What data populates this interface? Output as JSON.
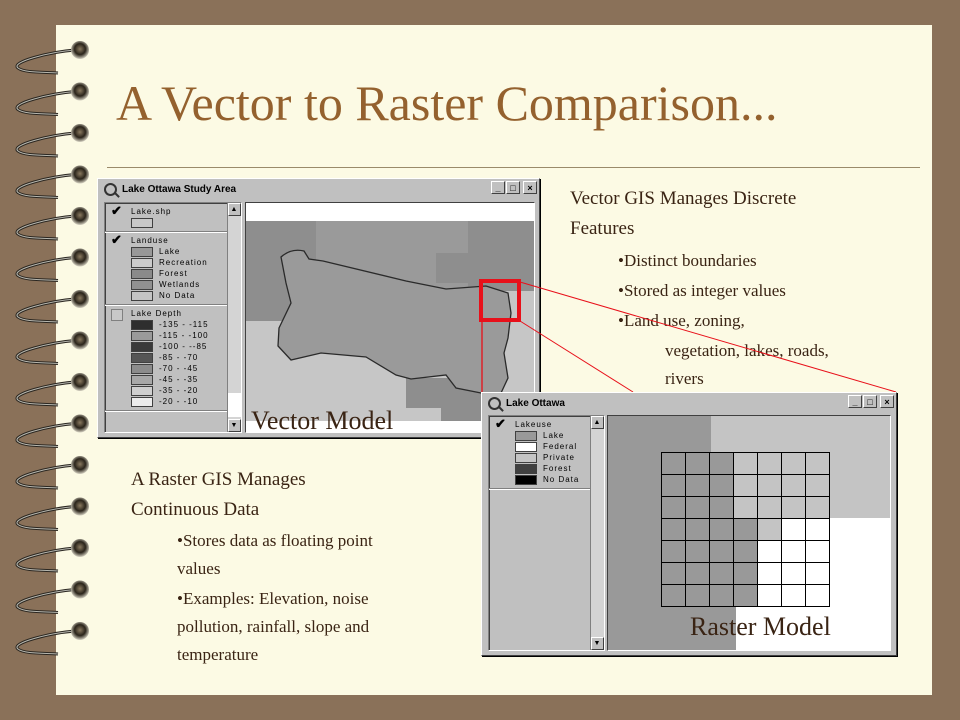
{
  "slide": {
    "title": "A Vector to Raster Comparison...",
    "colors": {
      "background": "#8a7159",
      "page": "#fcfae4",
      "title": "#94612e",
      "text": "#3a2414",
      "highlight": "#e8101a"
    }
  },
  "vector_section": {
    "heading_line1": "Vector GIS Manages Discrete",
    "heading_line2": "Features",
    "bullets": [
      "•Distinct boundaries",
      "•Stored as integer values",
      "•Land use, zoning,"
    ],
    "bullet3_cont1": "vegetation, lakes, roads,",
    "bullet3_cont2": "rivers"
  },
  "raster_section": {
    "heading_line1": "A Raster GIS Manages",
    "heading_line2": "Continuous Data",
    "bullet1_line1": "•Stores data as floating point",
    "bullet1_line2": "values",
    "bullet2_line1": "•Examples: Elevation, noise",
    "bullet2_line2": "pollution, rainfall, slope and",
    "bullet2_line3": "temperature"
  },
  "vector_window": {
    "title": "Lake Ottawa Study Area",
    "buttons": {
      "minimize": "_",
      "maximize": "□",
      "close": "×"
    },
    "legend": {
      "layers": [
        {
          "name": "Lake.shp",
          "checked": true,
          "items": [
            {
              "label": "",
              "color": "#c8c8c8"
            }
          ]
        },
        {
          "name": "Landuse",
          "checked": true,
          "items": [
            {
              "label": "Lake",
              "color": "#989898"
            },
            {
              "label": "Recreation",
              "color": "#cccccc"
            },
            {
              "label": "Forest",
              "color": "#8a8a8a"
            },
            {
              "label": "Wetlands",
              "color": "#909090"
            },
            {
              "label": "No Data",
              "color": "#c4c4c4"
            }
          ]
        },
        {
          "name": "Lake Depth",
          "checked": false,
          "items": [
            {
              "label": "-135 - -115",
              "color": "#2e2e2e"
            },
            {
              "label": "-115 - -100",
              "color": "#9a9a9a"
            },
            {
              "label": "-100 - --85",
              "color": "#3a3a3a"
            },
            {
              "label": "-85 - -70",
              "color": "#555555"
            },
            {
              "label": "-70 - -45",
              "color": "#8c8c8c"
            },
            {
              "label": "-45 - -35",
              "color": "#a8a8a8"
            },
            {
              "label": "-35 - -20",
              "color": "#cfcfcf"
            },
            {
              "label": "-20 - -10",
              "color": "#ececec"
            }
          ]
        }
      ]
    },
    "label": "Vector Model"
  },
  "raster_window": {
    "title": "Lake Ottawa",
    "buttons": {
      "minimize": "_",
      "maximize": "□",
      "close": "×"
    },
    "legend": {
      "layers": [
        {
          "name": "Lakeuse",
          "checked": true,
          "items": [
            {
              "label": "Lake",
              "color": "#999999"
            },
            {
              "label": "Federal",
              "color": "#ffffff"
            },
            {
              "label": "Private",
              "color": "#c4c4c4"
            },
            {
              "label": "Forest",
              "color": "#404040"
            },
            {
              "label": "No Data",
              "color": "#000000"
            }
          ]
        }
      ]
    },
    "grid": {
      "rows": 7,
      "cols": 7,
      "legend_key": {
        "D": "#999999",
        "L": "#c4c4c4",
        "W": "#ffffff"
      },
      "cells": [
        [
          "D",
          "D",
          "D",
          "L",
          "L",
          "L",
          "L"
        ],
        [
          "D",
          "D",
          "D",
          "L",
          "L",
          "L",
          "L"
        ],
        [
          "D",
          "D",
          "D",
          "L",
          "L",
          "L",
          "L"
        ],
        [
          "D",
          "D",
          "D",
          "D",
          "L",
          "W",
          "W"
        ],
        [
          "D",
          "D",
          "D",
          "D",
          "W",
          "W",
          "W"
        ],
        [
          "D",
          "D",
          "D",
          "D",
          "W",
          "W",
          "W"
        ],
        [
          "D",
          "D",
          "D",
          "D",
          "W",
          "W",
          "W"
        ]
      ]
    },
    "label": "Raster Model"
  }
}
